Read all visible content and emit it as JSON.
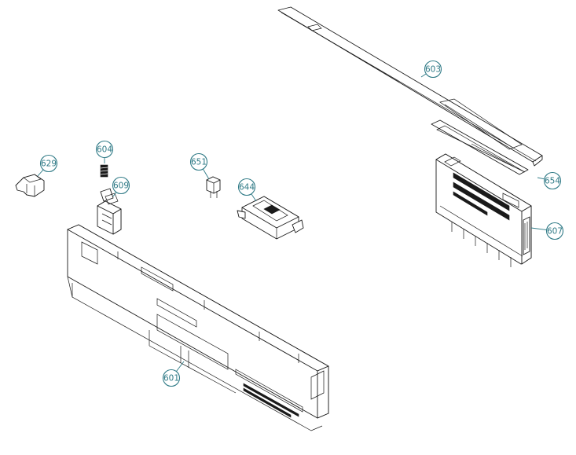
{
  "colors": {
    "callout": "#2f7a86",
    "line": "#1a1a1a",
    "background": "#ffffff"
  },
  "callouts": [
    {
      "id": "c603",
      "label": "603"
    },
    {
      "id": "c604",
      "label": "604"
    },
    {
      "id": "c629",
      "label": "629"
    },
    {
      "id": "c651",
      "label": "651"
    },
    {
      "id": "c609",
      "label": "609"
    },
    {
      "id": "c644",
      "label": "644"
    },
    {
      "id": "c654",
      "label": "654"
    },
    {
      "id": "c607",
      "label": "607"
    },
    {
      "id": "c601",
      "label": "601"
    }
  ]
}
